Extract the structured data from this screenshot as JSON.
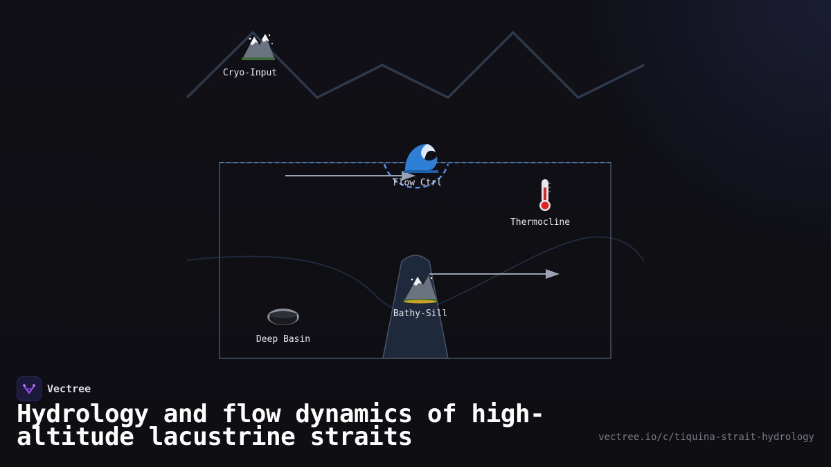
{
  "diagram": {
    "nodes": [
      {
        "id": "cryo-input",
        "label": "Cryo-Input",
        "icon": "snow-capped-mountain-icon"
      },
      {
        "id": "flow-ctrl",
        "label": "Flow Ctrl",
        "icon": "water-wave-icon"
      },
      {
        "id": "thermocline",
        "label": "Thermocline",
        "icon": "thermometer-icon"
      },
      {
        "id": "bathy-sill",
        "label": "Bathy-Sill",
        "icon": "mountain-icon"
      },
      {
        "id": "deep-basin",
        "label": "Deep Basin",
        "icon": "hole-icon"
      }
    ],
    "colors": {
      "ridge_line": "#2d3a4c",
      "basin_outline": "#4a5568",
      "surface_dashed": "#4a7ab8",
      "flow_control_ring": "#5b8fe0",
      "sill_fill": "#1e293b",
      "arrow": "#9aa3b5",
      "undercurrent": "#1f2b3d"
    }
  },
  "footer": {
    "brand_name": "Vectree",
    "title": "Hydrology and flow dynamics of high-altitude lacustrine straits",
    "url": "vectree.io/c/tiquina-strait-hydrology"
  }
}
